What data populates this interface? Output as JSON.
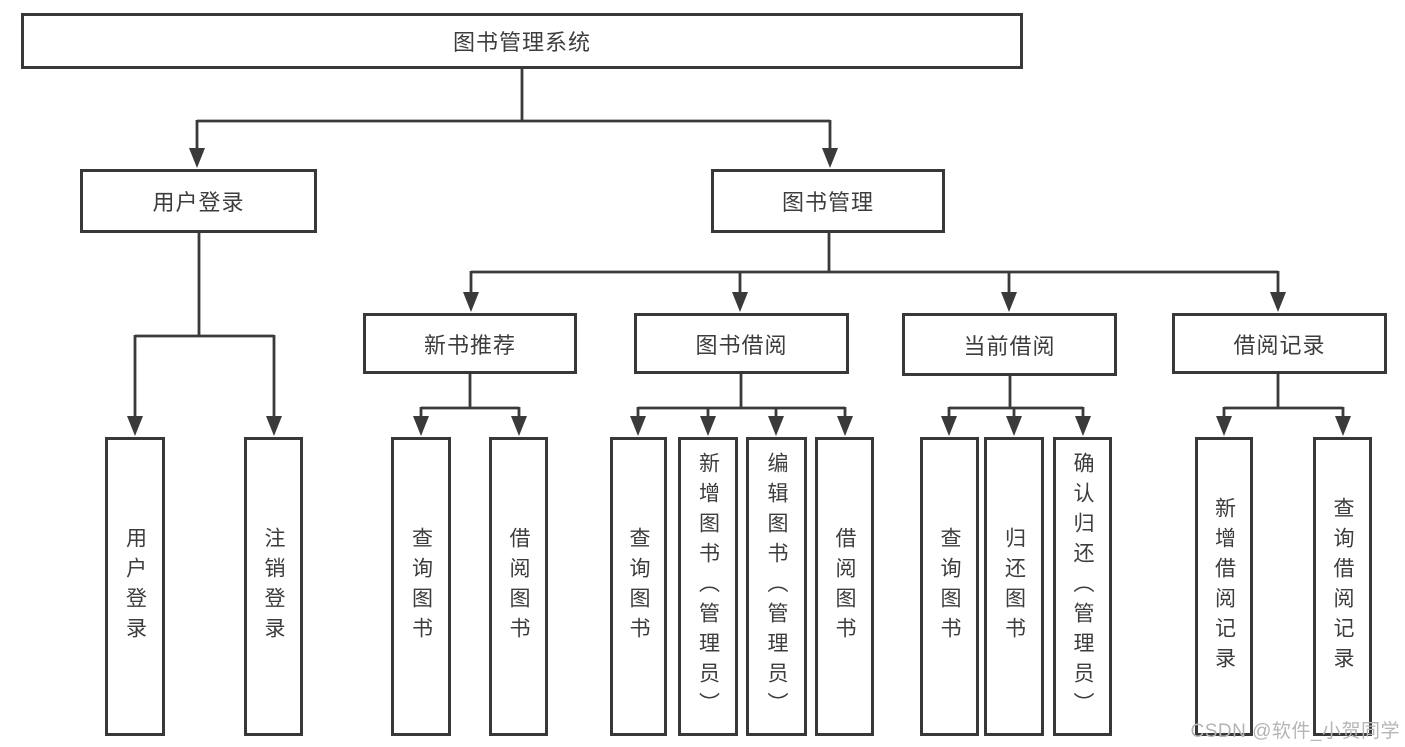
{
  "diagram": {
    "title": "图书管理系统",
    "branches": [
      {
        "label": "用户登录",
        "children": [
          {
            "label": "用户登录"
          },
          {
            "label": "注销登录"
          }
        ]
      },
      {
        "label": "图书管理",
        "sections": [
          {
            "label": "新书推荐",
            "children": [
              {
                "label": "查询图书"
              },
              {
                "label": "借阅图书"
              }
            ]
          },
          {
            "label": "图书借阅",
            "children": [
              {
                "label": "查询图书"
              },
              {
                "label": "新增图书（管理员）"
              },
              {
                "label": "编辑图书（管理员）"
              },
              {
                "label": "借阅图书"
              }
            ]
          },
          {
            "label": "当前借阅",
            "children": [
              {
                "label": "查询图书"
              },
              {
                "label": "归还图书"
              },
              {
                "label": "确认归还（管理员）"
              }
            ]
          },
          {
            "label": "借阅记录",
            "children": [
              {
                "label": "新增借阅记录"
              },
              {
                "label": "查询借阅记录"
              }
            ]
          }
        ]
      }
    ],
    "watermark": "CSDN @软件_小贺同学",
    "colors": {
      "line": "#3a3a3a",
      "box_border": "#383838",
      "box_fill": "#ffffff",
      "text": "#3d3d3d",
      "watermark": "#b5b5b5",
      "background": "#ffffff"
    }
  }
}
